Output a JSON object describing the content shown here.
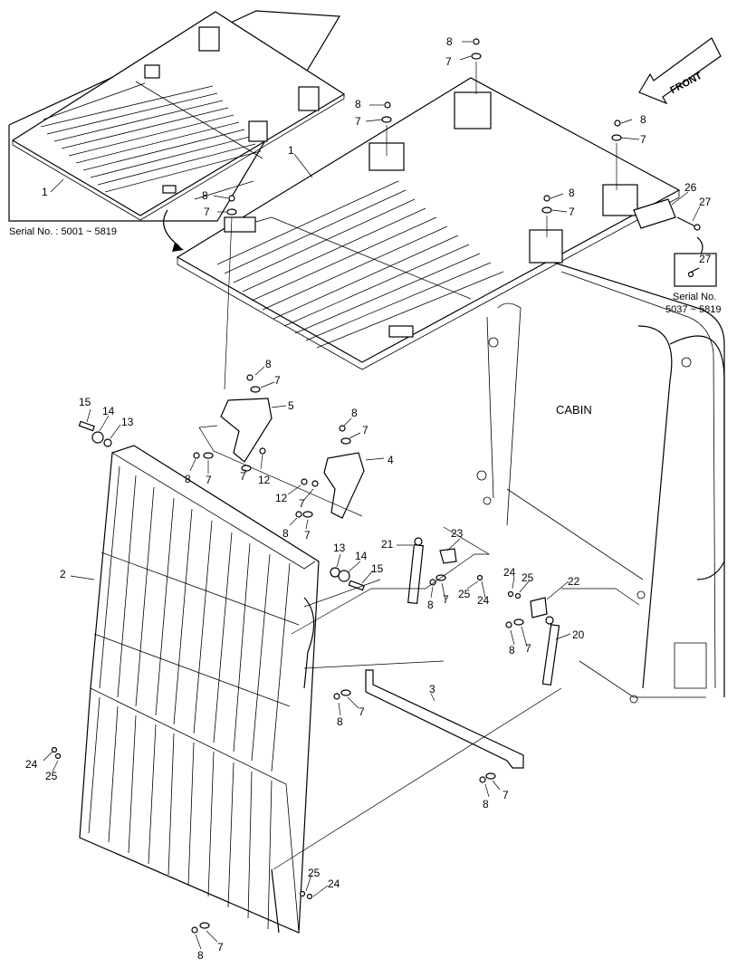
{
  "drawing": {
    "front_label": "FRONT",
    "cabin_label": "CABIN",
    "inset_serial": "Serial No. : 5001 ~ 5819",
    "bolt_note_number": "27",
    "bolt_note_serial_line1": "Serial No.",
    "bolt_note_serial_line2": "5037 ~ 5819"
  },
  "callouts": [
    {
      "id": "c-1-inset",
      "text": "1"
    },
    {
      "id": "c-1-main",
      "text": "1"
    },
    {
      "id": "c-8-a",
      "text": "8"
    },
    {
      "id": "c-7-a",
      "text": "7"
    },
    {
      "id": "c-8-b",
      "text": "8"
    },
    {
      "id": "c-7-b",
      "text": "7"
    },
    {
      "id": "c-8-c",
      "text": "8"
    },
    {
      "id": "c-7-c",
      "text": "7"
    },
    {
      "id": "c-8-d",
      "text": "8"
    },
    {
      "id": "c-7-d",
      "text": "7"
    },
    {
      "id": "c-8-e",
      "text": "8"
    },
    {
      "id": "c-7-e",
      "text": "7"
    },
    {
      "id": "c-26",
      "text": "26"
    },
    {
      "id": "c-27",
      "text": "27"
    },
    {
      "id": "c-8-f",
      "text": "8"
    },
    {
      "id": "c-7-f",
      "text": "7"
    },
    {
      "id": "c-5",
      "text": "5"
    },
    {
      "id": "c-15-a",
      "text": "15"
    },
    {
      "id": "c-14-a",
      "text": "14"
    },
    {
      "id": "c-13-a",
      "text": "13"
    },
    {
      "id": "c-8-g",
      "text": "8"
    },
    {
      "id": "c-7-g",
      "text": "7"
    },
    {
      "id": "c-7-h",
      "text": "7"
    },
    {
      "id": "c-12-a",
      "text": "12"
    },
    {
      "id": "c-8-h",
      "text": "8"
    },
    {
      "id": "c-7-i",
      "text": "7"
    },
    {
      "id": "c-4",
      "text": "4"
    },
    {
      "id": "c-12-b",
      "text": "12"
    },
    {
      "id": "c-7-j",
      "text": "7"
    },
    {
      "id": "c-8-i",
      "text": "8"
    },
    {
      "id": "c-7-k",
      "text": "7"
    },
    {
      "id": "c-2",
      "text": "2"
    },
    {
      "id": "c-13-b",
      "text": "13"
    },
    {
      "id": "c-14-b",
      "text": "14"
    },
    {
      "id": "c-15-b",
      "text": "15"
    },
    {
      "id": "c-21",
      "text": "21"
    },
    {
      "id": "c-23",
      "text": "23"
    },
    {
      "id": "c-8-j",
      "text": "8"
    },
    {
      "id": "c-7-l",
      "text": "7"
    },
    {
      "id": "c-25-a",
      "text": "25"
    },
    {
      "id": "c-24-a",
      "text": "24"
    },
    {
      "id": "c-24-b",
      "text": "24"
    },
    {
      "id": "c-25-b",
      "text": "25"
    },
    {
      "id": "c-22",
      "text": "22"
    },
    {
      "id": "c-20",
      "text": "20"
    },
    {
      "id": "c-8-k",
      "text": "8"
    },
    {
      "id": "c-7-m",
      "text": "7"
    },
    {
      "id": "c-3",
      "text": "3"
    },
    {
      "id": "c-8-l",
      "text": "8"
    },
    {
      "id": "c-7-n",
      "text": "7"
    },
    {
      "id": "c-24-c",
      "text": "24"
    },
    {
      "id": "c-25-c",
      "text": "25"
    },
    {
      "id": "c-8-m",
      "text": "8"
    },
    {
      "id": "c-7-o",
      "text": "7"
    },
    {
      "id": "c-25-d",
      "text": "25"
    },
    {
      "id": "c-24-d",
      "text": "24"
    },
    {
      "id": "c-8-n",
      "text": "8"
    },
    {
      "id": "c-7-p",
      "text": "7"
    }
  ]
}
